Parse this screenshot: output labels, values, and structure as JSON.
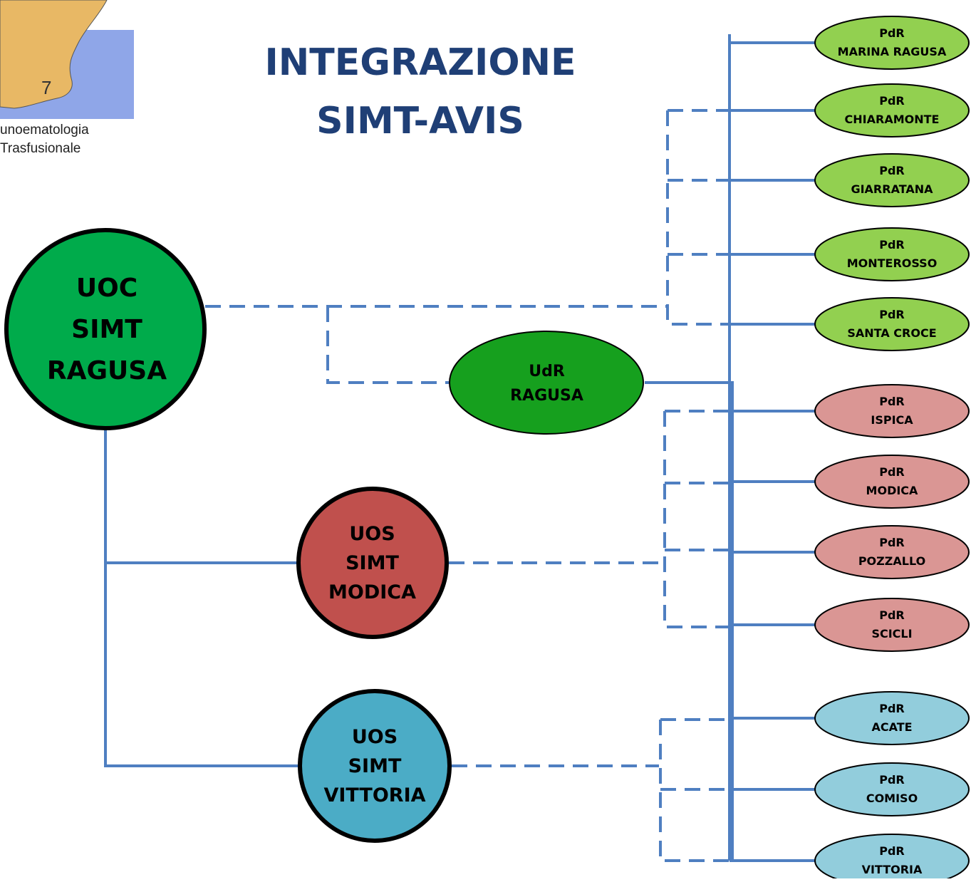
{
  "title": {
    "line1": "INTEGRAZIONE",
    "line2": "SIMT-AVIS"
  },
  "logo": {
    "map_number": "7",
    "caption_line1": "unoematologia",
    "caption_line2": "Trasfusionale"
  },
  "colors": {
    "connector": "#4f7fc1",
    "uoc_ragusa": "#00ab4b",
    "udr_ragusa": "#16a01e",
    "uos_modica": "#c0504d",
    "uos_vittoria": "#4bacc6",
    "pdr_green": "#92d050",
    "pdr_red": "#da9694",
    "pdr_blue": "#92cddc",
    "title": "#1f3f76"
  },
  "nodes": {
    "uoc_ragusa": {
      "line1": "UOC",
      "line2": "SIMT",
      "line3": "RAGUSA"
    },
    "udr_ragusa": {
      "line1": "UdR",
      "line2": "RAGUSA"
    },
    "uos_modica": {
      "line1": "UOS",
      "line2": "SIMT",
      "line3": "MODICA"
    },
    "uos_vittoria": {
      "line1": "UOS",
      "line2": "SIMT",
      "line3": "VITTORIA"
    }
  },
  "pdr": [
    {
      "line1": "PdR",
      "line2": "MARINA RAGUSA",
      "group": "green"
    },
    {
      "line1": "PdR",
      "line2": "CHIARAMONTE",
      "group": "green"
    },
    {
      "line1": "PdR",
      "line2": "GIARRATANA",
      "group": "green"
    },
    {
      "line1": "PdR",
      "line2": "MONTEROSSO",
      "group": "green"
    },
    {
      "line1": "PdR",
      "line2": "SANTA CROCE",
      "group": "green"
    },
    {
      "line1": "PdR",
      "line2": "ISPICA",
      "group": "red"
    },
    {
      "line1": "PdR",
      "line2": "MODICA",
      "group": "red"
    },
    {
      "line1": "PdR",
      "line2": "POZZALLO",
      "group": "red"
    },
    {
      "line1": "PdR",
      "line2": "SCICLI",
      "group": "red"
    },
    {
      "line1": "PdR",
      "line2": "ACATE",
      "group": "blue"
    },
    {
      "line1": "PdR",
      "line2": "COMISO",
      "group": "blue"
    },
    {
      "line1": "PdR",
      "line2": "VITTORIA",
      "group": "blue"
    }
  ]
}
